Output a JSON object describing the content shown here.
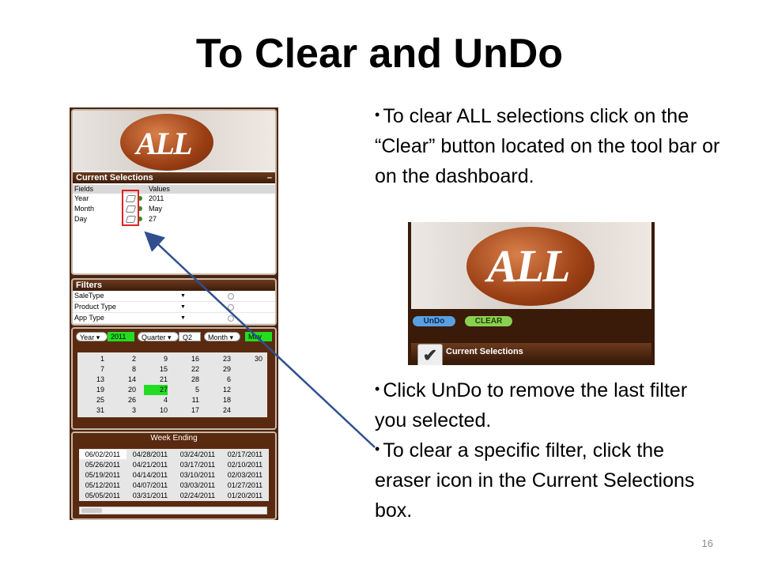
{
  "slide": {
    "title": "To Clear and UnDo",
    "page_number": "16"
  },
  "qlik_panel": {
    "logo_text": "ALL",
    "current_selections": {
      "header": "Current Selections",
      "col_fields": "Fields",
      "col_values": "Values",
      "rows": [
        {
          "field": "Year",
          "value": "2011"
        },
        {
          "field": "Month",
          "value": "May"
        },
        {
          "field": "Day",
          "value": "27"
        }
      ]
    },
    "filters": {
      "header": "Filters",
      "items": [
        "SaleType",
        "Product Type",
        "App Type"
      ]
    },
    "selection_bar": {
      "year_label": "Year",
      "year_value": "2011",
      "quarter_label": "Quarter",
      "quarter_value": "Q2",
      "month_label": "Month",
      "month_value": "May"
    },
    "days": [
      "1",
      "7",
      "13",
      "19",
      "25",
      "31",
      "2",
      "8",
      "14",
      "20",
      "26",
      "3",
      "9",
      "15",
      "21",
      "27",
      "4",
      "10",
      "16",
      "22",
      "28",
      "5",
      "11",
      "17",
      "23",
      "29",
      "6",
      "12",
      "18",
      "24",
      "30"
    ],
    "selected_day": "27",
    "week_ending": {
      "header": "Week Ending",
      "rows": [
        [
          "06/02/2011",
          "04/28/2011",
          "03/24/2011",
          "02/17/2011"
        ],
        [
          "05/26/2011",
          "04/21/2011",
          "03/17/2011",
          "02/10/2011"
        ],
        [
          "05/19/2011",
          "04/14/2011",
          "03/10/2011",
          "02/03/2011"
        ],
        [
          "05/12/2011",
          "04/07/2011",
          "03/03/2011",
          "01/27/2011"
        ],
        [
          "05/05/2011",
          "03/31/2011",
          "02/24/2011",
          "01/20/2011"
        ]
      ]
    }
  },
  "bullets": {
    "clear_all": "To clear ALL selections click on the “Clear”  button located on the tool bar or on the dashboard.",
    "undo": "Click UnDo to remove the last filter you selected.",
    "specific": "To clear a specific filter, click the eraser icon in the Current Selections box."
  },
  "inset": {
    "logo_text": "ALL",
    "undo_label": "UnDo",
    "clear_label": "CLEAR",
    "current_selections_label": "Current Selections"
  },
  "colors": {
    "qlik_brown": "#4a2410",
    "selected_green": "#22dd22",
    "annotation_red": "#e02020",
    "arrow_blue": "#2f4f8f",
    "undo_blue": "#5aa0e0",
    "clear_green": "#8ad050"
  }
}
